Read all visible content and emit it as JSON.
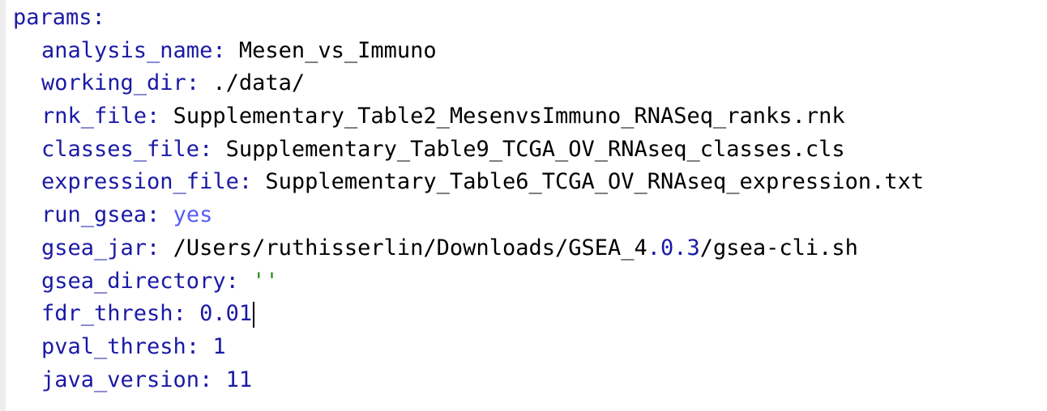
{
  "editor": {
    "root_key": "params",
    "lines": [
      {
        "key": "analysis_name",
        "value": "Mesen_vs_Immuno"
      },
      {
        "key": "working_dir",
        "value": "./data/"
      },
      {
        "key": "rnk_file",
        "value": "Supplementary_Table2_MesenvsImmuno_RNASeq_ranks.rnk"
      },
      {
        "key": "classes_file",
        "value": "Supplementary_Table9_TCGA_OV_RNAseq_classes.cls"
      },
      {
        "key": "expression_file",
        "value": "Supplementary_Table6_TCGA_OV_RNAseq_expression.txt"
      },
      {
        "key": "run_gsea",
        "value": "yes"
      },
      {
        "key": "gsea_jar",
        "value_a": "/Users/ruthisserlin/Downloads/GSEA_4",
        "value_b": ".0.3",
        "value_c": "/gsea-cli.sh"
      },
      {
        "key": "gsea_directory",
        "value": "''"
      },
      {
        "key": "fdr_thresh",
        "value": "0.01"
      },
      {
        "key": "pval_thresh",
        "value": "1"
      },
      {
        "key": "java_version",
        "value": "11"
      }
    ],
    "colors": {
      "key": "#1a1aa6",
      "value": "#000000",
      "number": "#1a1aa6",
      "boolean": "#585cf6",
      "string": "#2d8a1f"
    }
  }
}
